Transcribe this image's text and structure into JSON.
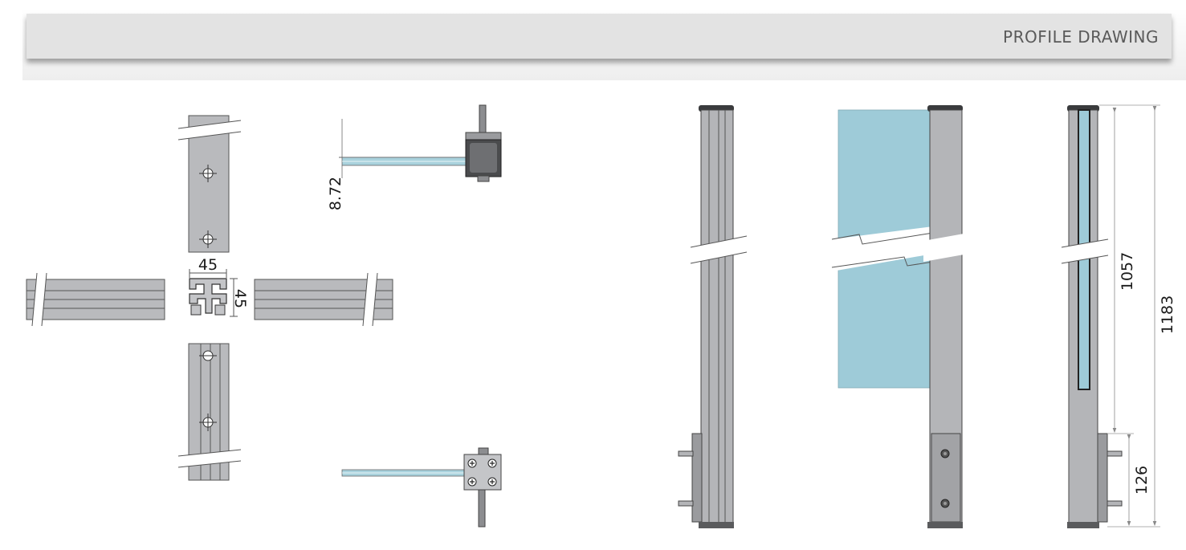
{
  "header": {
    "title": "PROFILE DRAWING"
  },
  "dimensions": {
    "width": "45",
    "depth": "45",
    "glass_offset": "8.72",
    "glass_height": "1057",
    "total_height": "1183",
    "base_height": "126"
  },
  "colors": {
    "profile": "#b4b5b8",
    "profile_dark": "#8a8b8e",
    "glass": "#9ecbd8",
    "cap": "#3a3b3d",
    "header_bar": "#e3e3e3"
  }
}
